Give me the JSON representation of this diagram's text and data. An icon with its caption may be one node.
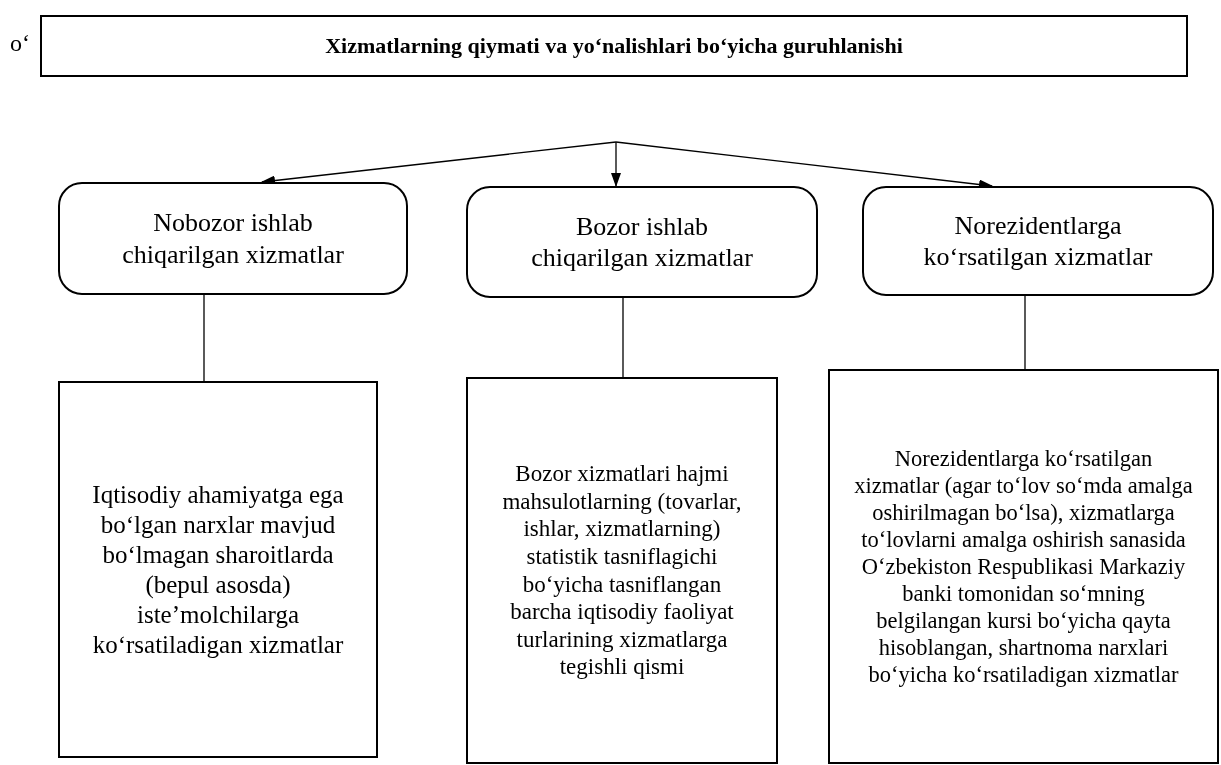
{
  "diagram": {
    "nodes": [
      {
        "text": [
          "Xizmatlarning qiymati va yo‘nalishlari bo‘yicha guruhlanishi"
        ]
      },
      {
        "text": [
          "Nobozor ishlab chiqarilgan xizmatlar"
        ]
      },
      {
        "text": [
          "Bozor ishlab chiqarilgan xizmatlar"
        ]
      },
      {
        "text": [
          "Norezidentlarga ko‘rsatilgan xizmatlar"
        ]
      },
      {
        "text": [
          "Iqtisodiy ahamiyatga ega bo‘lgan narxlar mavjud bo‘lmagan sharoitlarda (bepul asosda) iste’molchilarga ko‘rsatiladigan xizmatlar"
        ]
      },
      {
        "text": [
          "Bozor xizmatlari hajmi mahsulotlarning (tovarlar, ishlar, xizmatlarning) statistik tasniflagichi bo‘yicha tasniflangan barcha iqtisodiy faoliyat turlarining xizmatlarga tegishli qismi"
        ]
      },
      {
        "text": [
          "Norezidentlarga ko‘rsatilgan xizmatlar (agar to‘lov so‘mda amalga oshirilmagan bo‘lsa), xizmatlarga to‘lovlarni amalga oshirish sanasida O‘zbekiston Respublikasi Markaziy banki tomonidan so‘mning belgilangan kursi bo‘yicha qayta hisoblangan, shartnoma narxlari bo‘yicha ko‘rsatiladigan xizmatlar"
        ]
      }
    ],
    "edges": [
      {
        "from": null,
        "to": 1,
        "arrow": "to"
      },
      {
        "from": null,
        "to": 2,
        "arrow": "to"
      },
      {
        "from": null,
        "to": 3,
        "arrow": "to"
      },
      {
        "from": 1,
        "to": 4,
        "arrow": "none"
      },
      {
        "from": 2,
        "to": 5,
        "arrow": "none"
      },
      {
        "from": 3,
        "to": 6,
        "arrow": "none"
      }
    ],
    "labels": [
      "o‘"
    ]
  }
}
